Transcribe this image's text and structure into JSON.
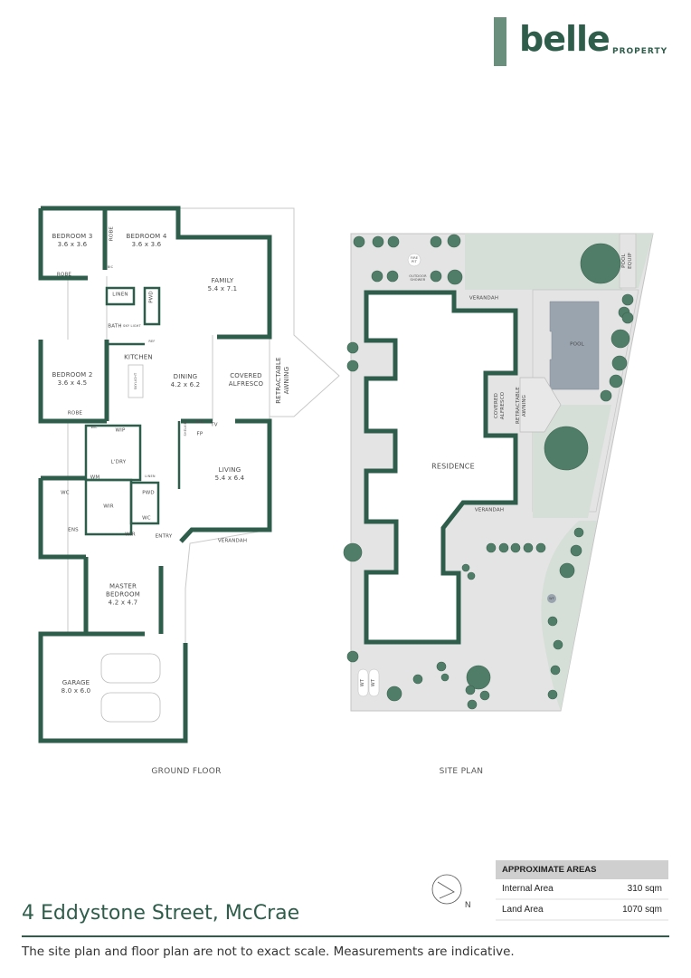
{
  "brand": {
    "logo_word": "belle",
    "logo_sub": "PROPERTY",
    "color": "#2f5d4c",
    "bar_color": "#6b8f7d"
  },
  "ground_floor": {
    "title": "GROUND FLOOR",
    "rooms": {
      "bedroom3": {
        "name": "BEDROOM 3",
        "size": "3.6 x 3.6"
      },
      "bedroom4": {
        "name": "BEDROOM 4",
        "size": "3.6 x 3.6"
      },
      "family": {
        "name": "FAMILY",
        "size": "5.4 x 7.1"
      },
      "bedroom2": {
        "name": "BEDROOM 2",
        "size": "3.6 x 4.5"
      },
      "kitchen": {
        "name": "KITCHEN"
      },
      "dining": {
        "name": "DINING",
        "size": "4.2 x 6.2"
      },
      "alfresco": {
        "name": "COVERED",
        "name2": "ALFRESCO"
      },
      "awning": {
        "name": "RETRACTABLE",
        "name2": "AWNING"
      },
      "living": {
        "name": "LIVING",
        "size": "5.4 x 6.4"
      },
      "master": {
        "name": "MASTER",
        "name2": "BEDROOM",
        "size": "4.2 x 4.7"
      },
      "garage": {
        "name": "GARAGE",
        "size": "8.0 x 6.0"
      }
    },
    "small_labels": {
      "robe_vert": "ROBE",
      "robe_b3": "ROBE",
      "robe_b2": "ROBE",
      "bic": "BIC",
      "linen": "LINEN",
      "pwd": "PWD",
      "bath": "BATH",
      "skylight": "SKY LIGHT",
      "skylight2": "SKYLIGHT",
      "ref": "REF",
      "wil": "WIL",
      "wip": "WIP",
      "ldry": "L'DRY",
      "wm": "WM",
      "linen2": "LINEN",
      "wc": "WC",
      "ens": "ENS",
      "wir": "WIR",
      "pwd2": "PWD",
      "wc2": "WC",
      "wir2": "WIR",
      "entry": "ENTRY",
      "verandah": "VERANDAH",
      "bic2": "BIC",
      "tv": "TV",
      "fp": "FP",
      "shelving": "SHELVING"
    }
  },
  "site_plan": {
    "title": "SITE PLAN",
    "labels": {
      "verandah_top": "VERANDAH",
      "pool": "POOL",
      "pool_equip": "POOL EQUIP",
      "covered_alfresco": "COVERED ALFRESCO",
      "retractable_awning": "RETRACTABLE AWNING",
      "residence": "RESIDENCE",
      "verandah_side": "VERANDAH",
      "wt1": "WT",
      "wt2": "WT",
      "wf": "WF",
      "fire_pit": "FIRE PIT",
      "outdoor_shower": "OUTDOOR SHOWER"
    },
    "colors": {
      "paving": "#e4e4e4",
      "lawn": "#d5dfd7",
      "pool": "#9aa4ae",
      "tree": "#4f7d67"
    }
  },
  "compass": {
    "label": "N"
  },
  "areas": {
    "heading": "APPROXIMATE AREAS",
    "rows": [
      {
        "label": "Internal Area",
        "value": "310 sqm"
      },
      {
        "label": "Land Area",
        "value": "1070 sqm"
      }
    ]
  },
  "address": "4 Eddystone Street, McCrae",
  "disclaimer": "The site plan and floor plan are not to exact scale. Measurements are indicative."
}
